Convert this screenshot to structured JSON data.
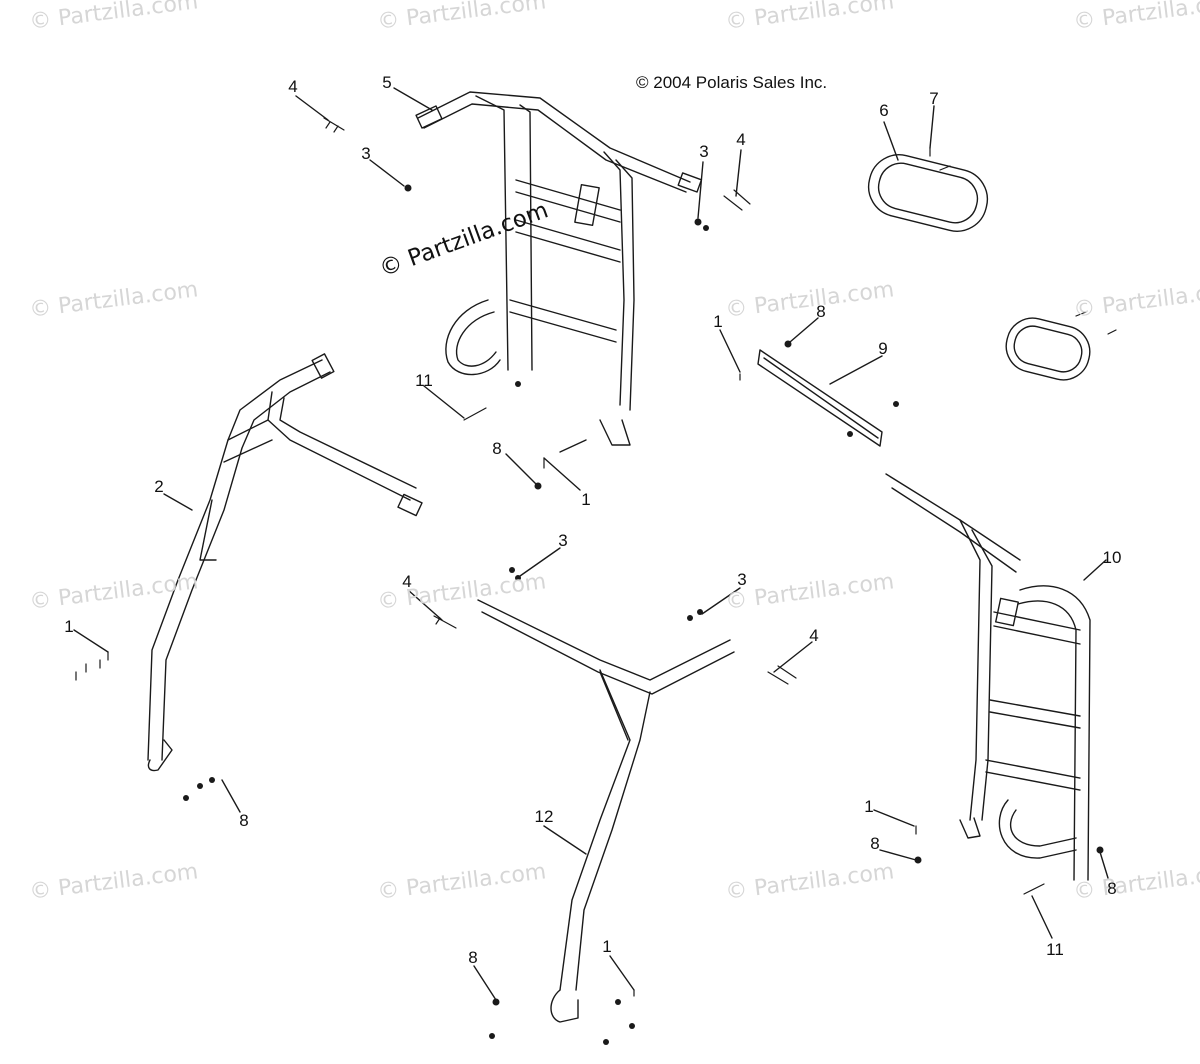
{
  "copyright": "© 2004 Polaris Sales Inc.",
  "watermark": {
    "text": "© Partzilla.com",
    "center_text": "© Partzilla.com"
  },
  "callouts": [
    "1",
    "2",
    "3",
    "4",
    "5",
    "6",
    "7",
    "8",
    "9",
    "10",
    "11",
    "12"
  ],
  "colors": {
    "line": "#1a1a1a",
    "watermark": "#d6d6d6",
    "background": "#ffffff"
  }
}
